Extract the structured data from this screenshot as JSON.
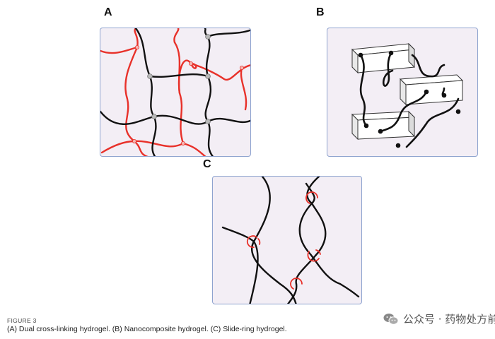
{
  "panels": {
    "a": {
      "label": "A"
    },
    "b": {
      "label": "B"
    },
    "c": {
      "label": "C"
    }
  },
  "caption": {
    "figure": "FIGURE 3",
    "text": "(A) Dual cross-linking hydrogel. (B) Nanocomposite hydrogel. (C) Slide-ring hydrogel."
  },
  "watermark": {
    "icon": "wechat-icon",
    "text": "公众号 · 药物处方前研究"
  },
  "colors": {
    "panel_border": "#8ea3cf",
    "panel_fill": "#f3eef5",
    "chain_black": "#111111",
    "chain_red": "#e8312a",
    "crosslink_gray": "#b8b8b8"
  }
}
